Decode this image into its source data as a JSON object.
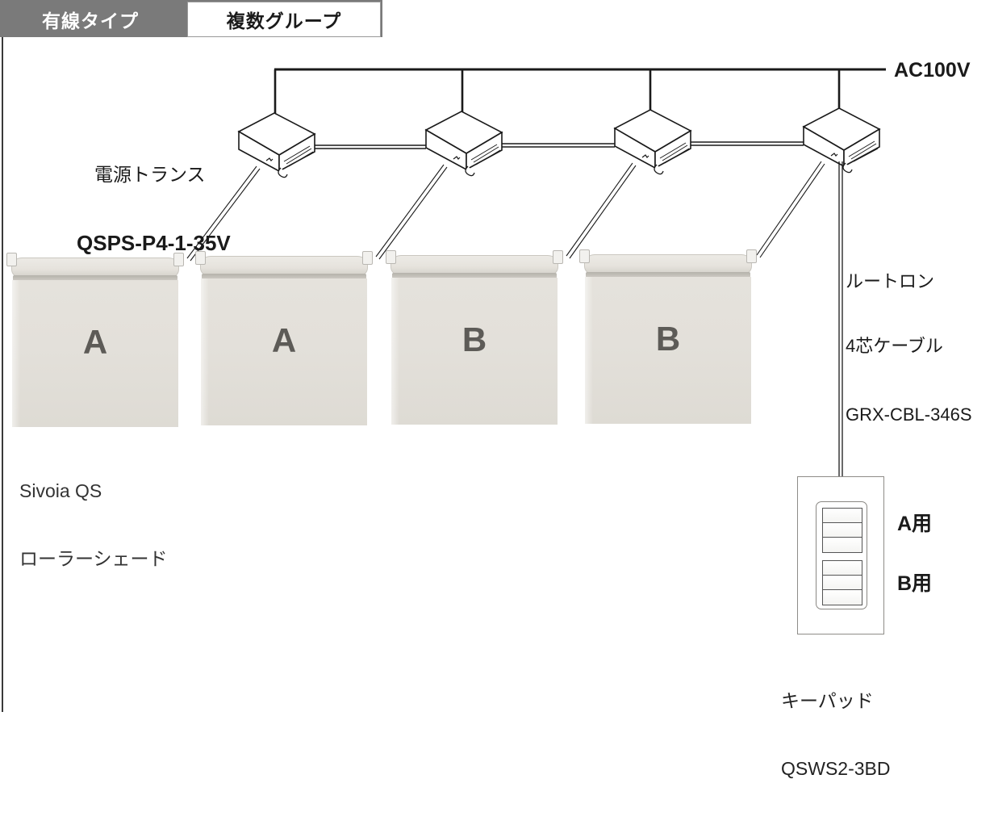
{
  "header": {
    "tabs": [
      {
        "label": "有線タイプ",
        "state": "active"
      },
      {
        "label": "複数グループ",
        "state": "inactive"
      }
    ]
  },
  "diagram": {
    "power_line_label": "AC100V",
    "transformer": {
      "name_jp": "電源トランス",
      "model": "QSPS-P4-1-35V",
      "count": 4
    },
    "cable": {
      "brand_jp": "ルートロン",
      "type_jp": "4芯ケーブル",
      "model": "GRX-CBL-346S"
    },
    "shades": {
      "name_en": "Sivoia QS",
      "name_jp": "ローラーシェード",
      "items": [
        {
          "group": "A"
        },
        {
          "group": "A"
        },
        {
          "group": "B"
        },
        {
          "group": "B"
        }
      ]
    },
    "keypad": {
      "name_jp": "キーパッド",
      "model": "QSWS2-3BD",
      "group_labels": [
        {
          "label": "A用"
        },
        {
          "label": "B用"
        }
      ],
      "buttons_per_group": 3
    }
  },
  "colors": {
    "tab_active_bg": "#7a7a7a",
    "tab_active_text": "#ffffff",
    "tab_inactive_bg": "#ffffff",
    "tab_inactive_border": "#999999",
    "line": "#1a1a1a",
    "shade_fabric": "#e3e0da",
    "shade_letter": "#5d5b57",
    "page_bg": "#ffffff"
  }
}
